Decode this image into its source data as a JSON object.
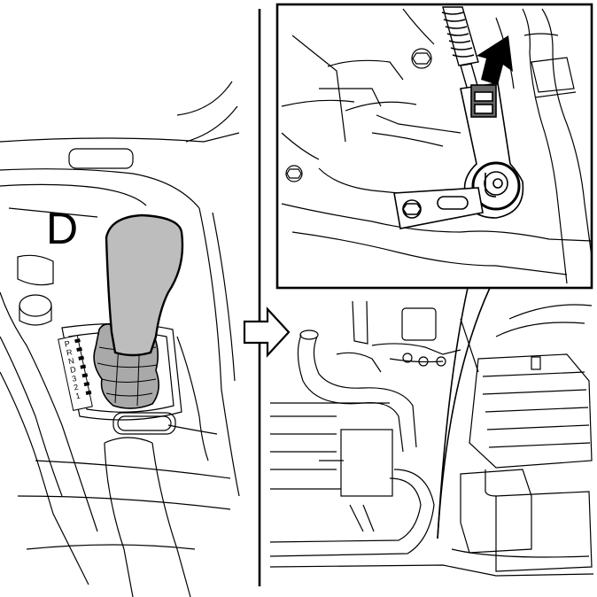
{
  "panels": {
    "left": {
      "position_letter": "D",
      "gate_labels": [
        "P",
        "R",
        "N",
        "D",
        "3",
        "2",
        "1"
      ]
    }
  },
  "colors": {
    "line": "#000000",
    "background": "#ffffff",
    "shift_knob": "#bdbdbd",
    "boot": "#a9a9a9"
  },
  "icons": {
    "transition": "hollow-right-arrow-icon",
    "direction": "solid-up-arrow-icon"
  }
}
